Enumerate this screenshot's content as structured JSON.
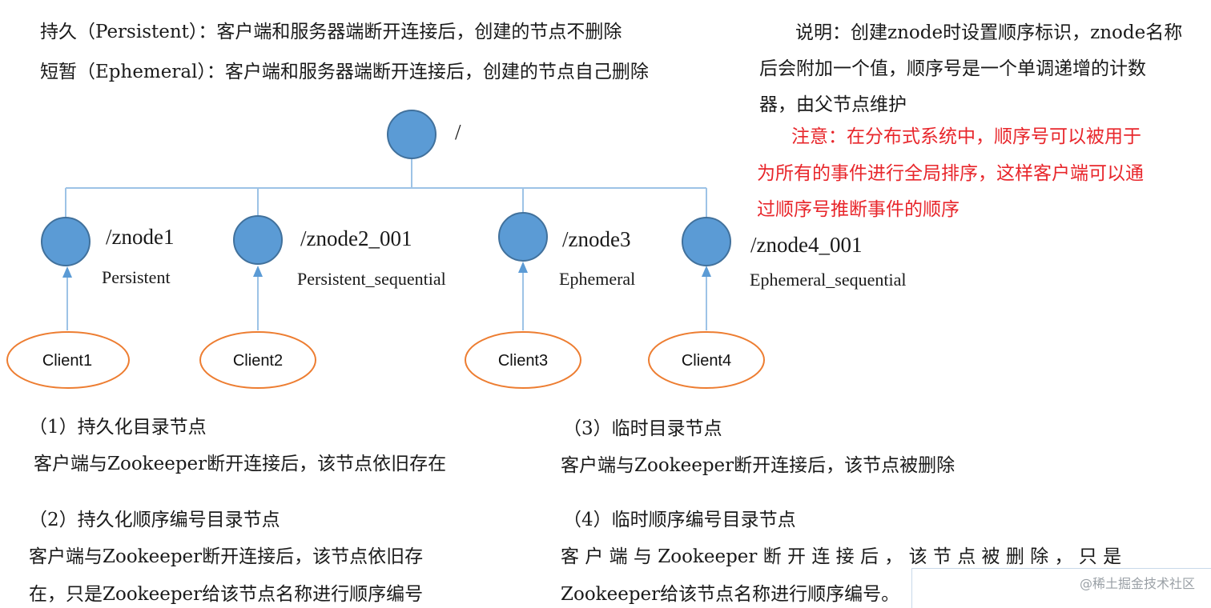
{
  "header": {
    "persistent_def": "持久（Persistent）：客户端和服务器端断开连接后，创建的节点不删除",
    "ephemeral_def": "短暂（Ephemeral）：客户端和服务器端断开连接后，创建的节点自己删除"
  },
  "explanation": {
    "lines": [
      "说明：创建znode时设置顺序标识，znode名称",
      "后会附加一个值，顺序号是一个单调递增的计数",
      "器，由父节点维护"
    ],
    "note_lines": [
      "注意：在分布式系统中，顺序号可以被用于",
      "为所有的事件进行全局排序，这样客户端可以通",
      "过顺序号推断事件的顺序"
    ]
  },
  "tree": {
    "root_label": "/",
    "nodes": [
      {
        "label": "/znode1",
        "type": "Persistent",
        "client": "Client1"
      },
      {
        "label": "/znode2_001",
        "type": "Persistent_sequential",
        "client": "Client2"
      },
      {
        "label": "/znode3",
        "type": "Ephemeral",
        "client": "Client3"
      },
      {
        "label": "/znode4_001",
        "type": "Ephemeral_sequential",
        "client": "Client4"
      }
    ]
  },
  "descriptions": [
    {
      "title": "（1）持久化目录节点",
      "body": [
        "客户端与Zookeeper断开连接后，该节点依旧存在"
      ]
    },
    {
      "title": "（2）持久化顺序编号目录节点",
      "body": [
        "客户端与Zookeeper断开连接后，该节点依旧存",
        "在，只是Zookeeper给该节点名称进行顺序编号"
      ]
    },
    {
      "title": "（3）临时目录节点",
      "body": [
        "客户端与Zookeeper断开连接后，该节点被删除"
      ]
    },
    {
      "title": "（4）临时顺序编号目录节点",
      "body": [
        "客 户 端 与 Zookeeper 断 开 连 接 后 ， 该 节 点 被 删 除 ， 只 是",
        "Zookeeper给该节点名称进行顺序编号。"
      ]
    }
  ],
  "watermark": "@稀土掘金技术社区",
  "colors": {
    "node_fill": "#5b9bd5",
    "node_stroke": "#41719c",
    "client_stroke": "#ed7d31",
    "connector": "#9dc3e6",
    "note_text": "#e8262b"
  }
}
